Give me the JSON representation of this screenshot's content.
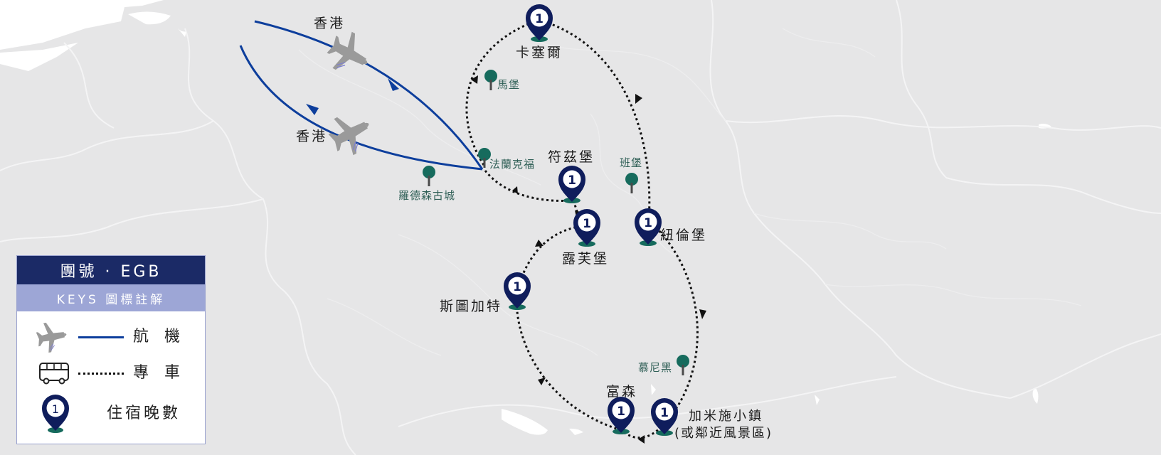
{
  "map": {
    "colors": {
      "background": "#e6e6e7",
      "water": "#ffffff",
      "border": "#f4f4f5",
      "flight_route": "#0d3e9c",
      "coach_route": "#111111",
      "hotel_marker": "#0f1d5c",
      "poi_marker": "#166b5d",
      "plane_icon": "#9a9a9a"
    },
    "origin_labels": [
      "香港",
      "香港"
    ],
    "overnight_stops": [
      {
        "name": "卡塞爾",
        "nights": "1"
      },
      {
        "name": "符茲堡",
        "nights": "1"
      },
      {
        "name": "紐倫堡",
        "nights": "1"
      },
      {
        "name": "露芙堡",
        "nights": "1"
      },
      {
        "name": "斯圖加特",
        "nights": "1"
      },
      {
        "name": "富森",
        "nights": "1"
      },
      {
        "name": "加米施小鎮",
        "name_line2": "(或鄰近風景區)",
        "nights": "1"
      }
    ],
    "points_of_interest": [
      "馬堡",
      "法蘭克福",
      "羅德森古城",
      "班堡",
      "慕尼黑"
    ]
  },
  "legend": {
    "title": "團號 · EGB",
    "subtitle": "KEYS 圖標註解",
    "flight_label": "航　機",
    "coach_label": "專　車",
    "hotel_label": "住宿晚數",
    "hotel_icon_value": "1"
  }
}
